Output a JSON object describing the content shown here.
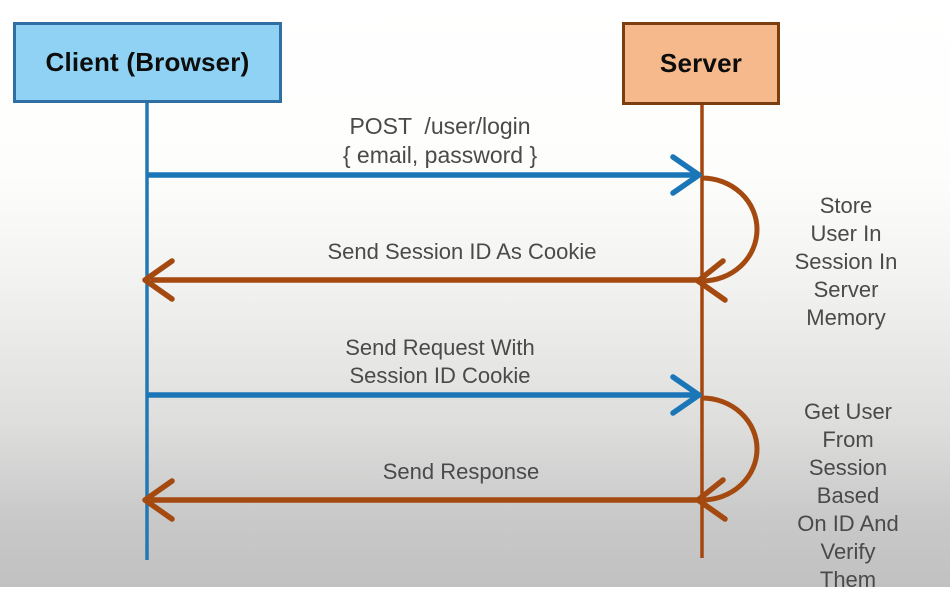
{
  "actors": {
    "client": {
      "label": "Client (Browser)",
      "fill": "#8FD2F3",
      "border": "#2F6FA3",
      "lifeline_color": "#2278B5"
    },
    "server": {
      "label": "Server",
      "fill": "#F6B98B",
      "border": "#7C3E0F",
      "lifeline_color": "#A3470E"
    }
  },
  "messages": [
    {
      "id": "post-login",
      "from": "client",
      "to": "server",
      "color": "#1B76B8",
      "label": "POST  /user/login\n{ email, password }"
    },
    {
      "id": "send-session-cookie",
      "from": "server",
      "to": "client",
      "color": "#A4490F",
      "label": "Send Session ID As Cookie"
    },
    {
      "id": "send-request",
      "from": "client",
      "to": "server",
      "color": "#1B76B8",
      "label": "Send Request With\nSession ID Cookie"
    },
    {
      "id": "send-response",
      "from": "server",
      "to": "client",
      "color": "#A4490F",
      "label": "Send Response"
    }
  ],
  "server_actions": [
    {
      "id": "store-user",
      "label": "Store User In\nSession In\nServer Memory"
    },
    {
      "id": "get-user",
      "label": "Get User From\nSession Based\nOn ID And\nVerify Them"
    }
  ],
  "label_text_color": "#4A4A4A"
}
